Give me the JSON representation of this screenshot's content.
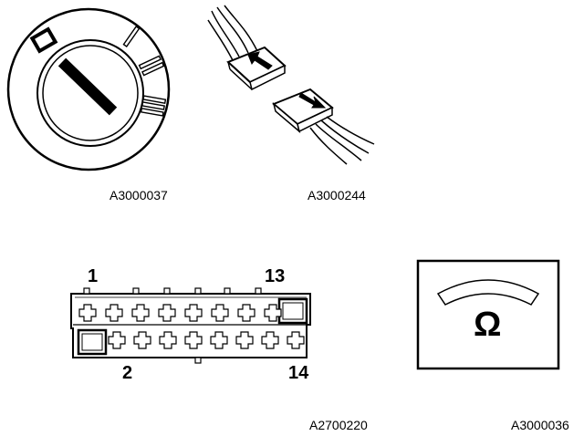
{
  "figures": {
    "ignition_switch": {
      "code": "A3000037",
      "position_marks": [
        "0",
        "I",
        "II",
        "III"
      ]
    },
    "wire_connector": {
      "code": "A3000244"
    },
    "connector_pinout": {
      "code": "A2700220",
      "pin_labels": {
        "top_left": "1",
        "top_right": "13",
        "bottom_left": "2",
        "bottom_right": "14"
      }
    },
    "ohmmeter": {
      "code": "A3000036",
      "unit_symbol": "Ω"
    }
  },
  "colors": {
    "ink": "#000000",
    "paper": "#ffffff"
  }
}
